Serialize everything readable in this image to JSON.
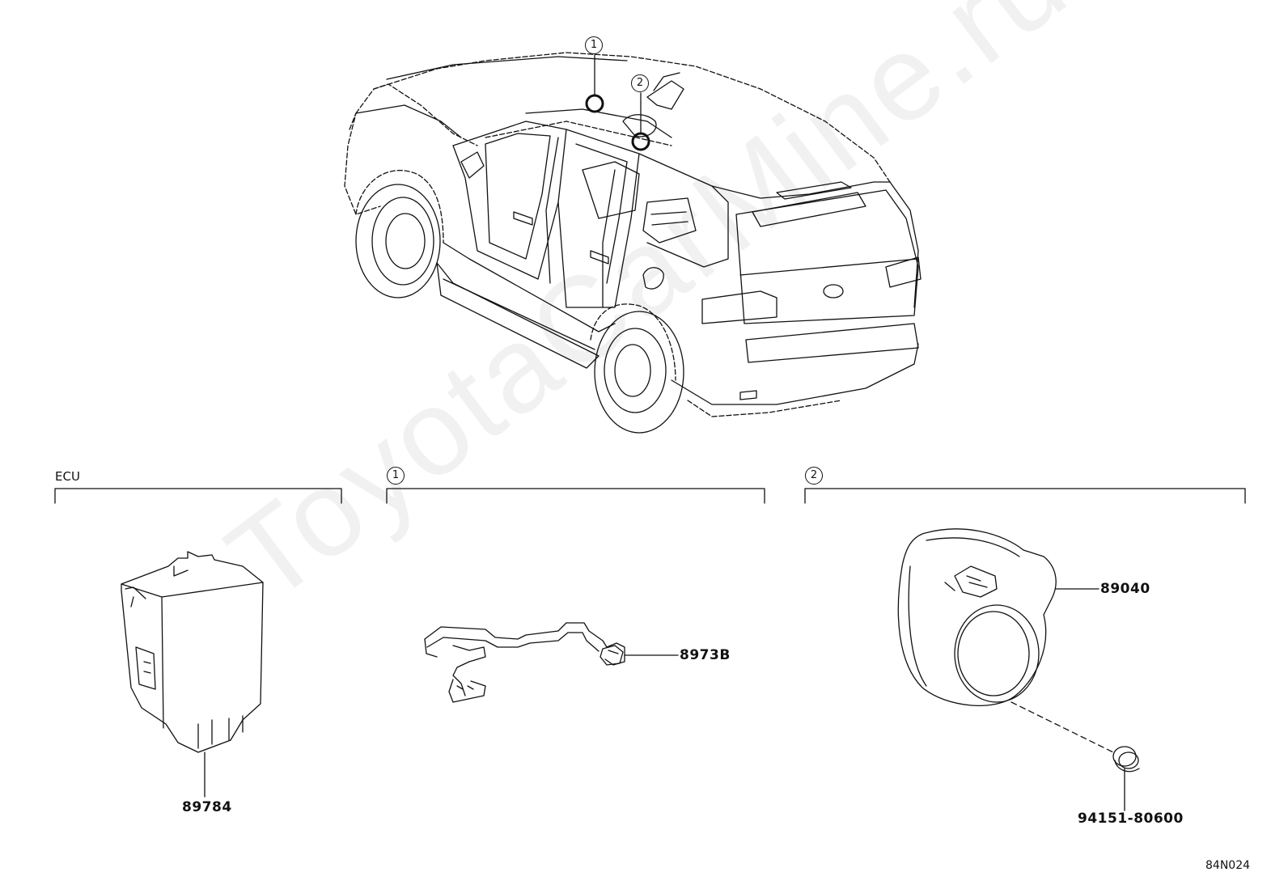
{
  "watermark": "ToyotaCarMine.ru",
  "figure_code": "84N024",
  "vehicle": {
    "callouts": [
      "1",
      "2"
    ]
  },
  "sections": [
    {
      "id": "ecu",
      "title": "ECU",
      "parts": [
        "89784"
      ]
    },
    {
      "id": "sec1",
      "marker": "1",
      "parts": [
        "8973B"
      ]
    },
    {
      "id": "sec2",
      "marker": "2",
      "parts": [
        "89040",
        "94151-80600"
      ]
    }
  ]
}
